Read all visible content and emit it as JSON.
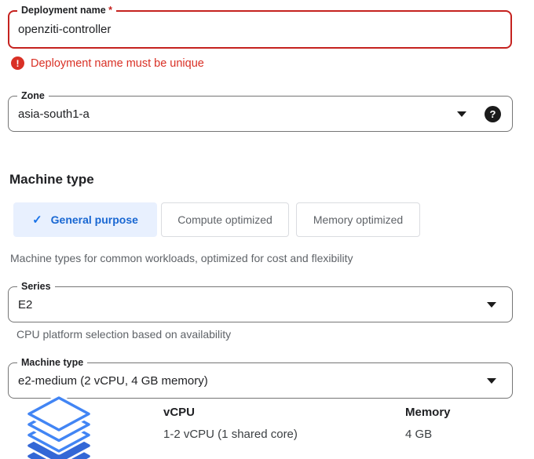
{
  "colors": {
    "error_text": "#d93025",
    "error_border": "#c5221f",
    "selected_tab_text": "#1967d2",
    "selected_tab_bg": "#e8f0fe",
    "field_border": "#757575",
    "text_primary": "#202124",
    "text_secondary": "#5f6368",
    "layers_outline_blue": "#4285f4",
    "layers_solid_blue": "#3367d6"
  },
  "deployment_field": {
    "label": "Deployment name",
    "required_marker": "*",
    "value": "openziti-controller"
  },
  "error_banner": {
    "icon_glyph": "!",
    "message": "Deployment name must be unique"
  },
  "zone_field": {
    "label": "Zone",
    "value": "asia-south1-a",
    "help_icon_glyph": "?"
  },
  "machine_section": {
    "heading": "Machine type",
    "tabs": [
      {
        "label": "General purpose",
        "selected": true,
        "check_glyph": "✓"
      },
      {
        "label": "Compute optimized",
        "selected": false
      },
      {
        "label": "Memory optimized",
        "selected": false
      }
    ],
    "description": "Machine types for common workloads, optimized for cost and flexibility",
    "series_field": {
      "label": "Series",
      "value": "E2"
    },
    "series_helper": "CPU platform selection based on availability",
    "machine_type_field": {
      "label": "Machine type",
      "value": "e2-medium (2 vCPU, 4 GB memory)"
    },
    "specs": {
      "vcpu": {
        "header": "vCPU",
        "value": "1-2 vCPU (1 shared core)"
      },
      "memory": {
        "header": "Memory",
        "value": "4 GB"
      }
    }
  }
}
